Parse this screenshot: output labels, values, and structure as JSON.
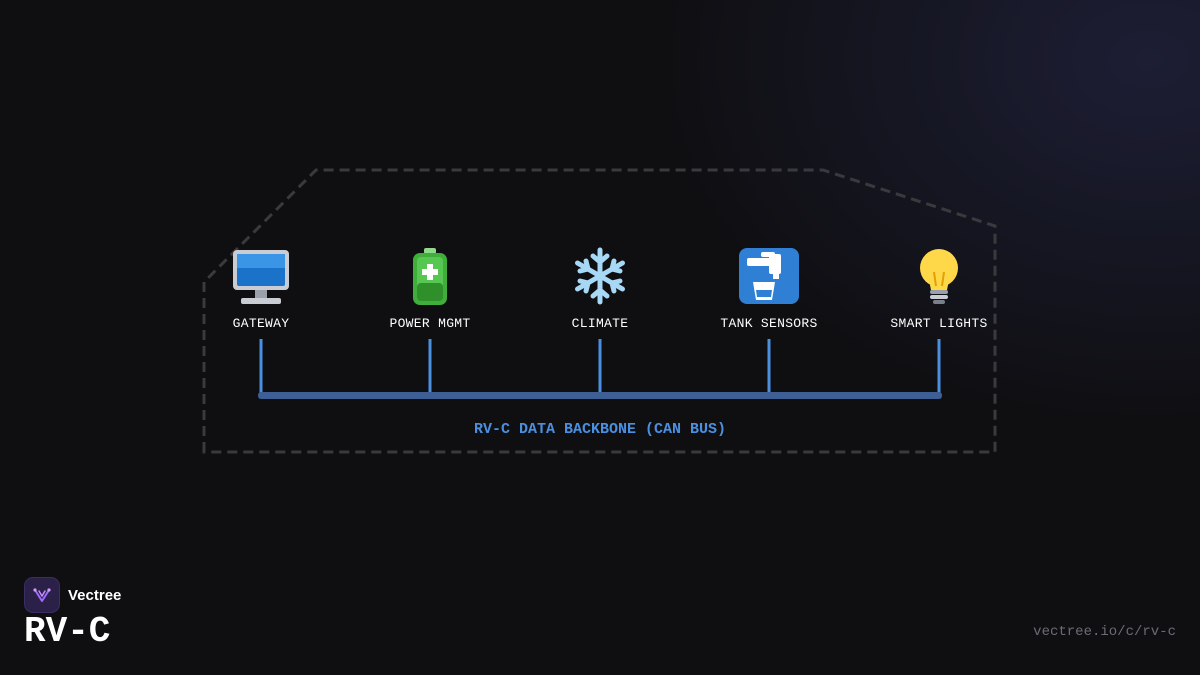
{
  "diagram": {
    "nodes": [
      {
        "label": "GATEWAY",
        "icon": "desktop-computer-icon"
      },
      {
        "label": "POWER MGMT",
        "icon": "battery-icon"
      },
      {
        "label": "CLIMATE",
        "icon": "snowflake-icon"
      },
      {
        "label": "TANK SENSORS",
        "icon": "water-tap-icon"
      },
      {
        "label": "SMART LIGHTS",
        "icon": "light-bulb-icon"
      }
    ],
    "bus_label": "RV-C DATA BACKBONE (CAN BUS)",
    "colors": {
      "bus": "#3d5f95",
      "drop": "#4a8fe0",
      "outline": "#3a3a3e",
      "accent_text": "#4a8fe0"
    }
  },
  "brand": {
    "name": "Vectree",
    "logo_icon": "vectree-logo-icon"
  },
  "title": "RV-C",
  "url": "vectree.io/c/rv-c"
}
